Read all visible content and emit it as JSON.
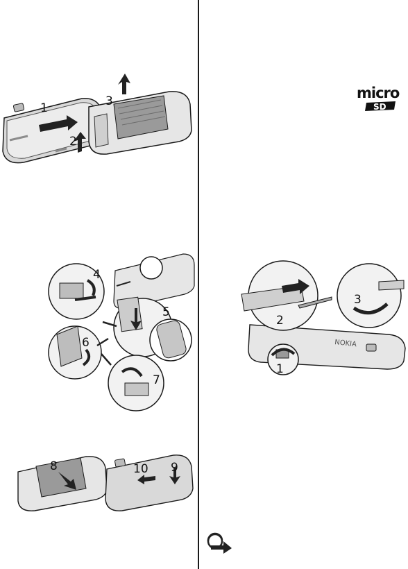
{
  "illustrations": [
    {
      "name": "remove-back-cover",
      "steps": [
        "1",
        "2"
      ]
    },
    {
      "name": "lift-battery",
      "steps": [
        "3"
      ]
    },
    {
      "name": "insert-sim-card",
      "steps": [
        "4",
        "5",
        "6",
        "7"
      ]
    },
    {
      "name": "replace-battery-and-cover",
      "steps": [
        "8",
        "10",
        "9"
      ]
    },
    {
      "name": "insert-memory-card",
      "steps": [
        "1",
        "2",
        "3"
      ]
    }
  ],
  "logo": {
    "text": "micro",
    "badge": "SD"
  },
  "brand_on_device": "NOKIA",
  "icons": [
    "microsd-logo-icon",
    "tip-icon"
  ],
  "colors": {
    "line": "#1a1a1a",
    "cover": "#d9d9d9",
    "shadow": "#8c8c8c",
    "arrow": "#222222"
  }
}
